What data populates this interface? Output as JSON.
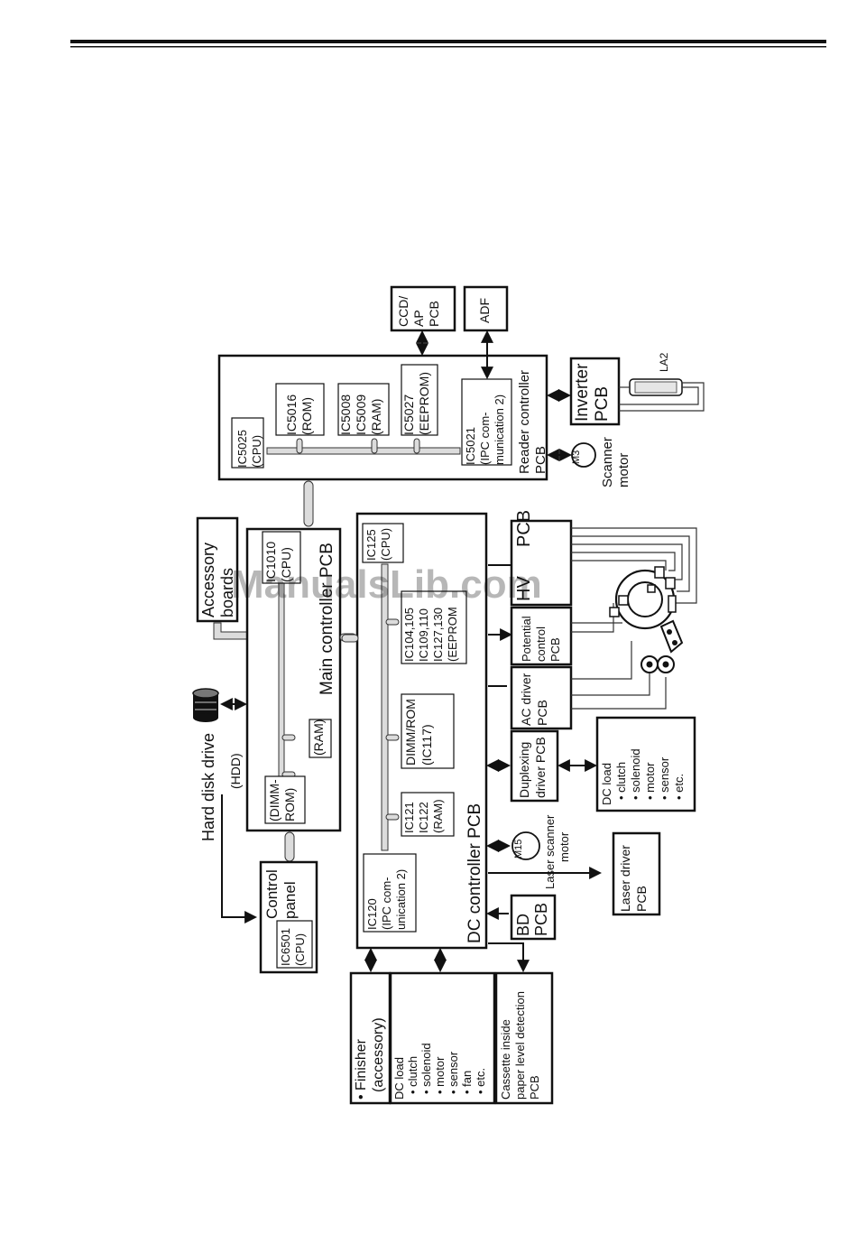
{
  "reader_controller": {
    "title": [
      "Reader controller",
      "PCB"
    ],
    "ic_cpu": [
      "IC5025",
      "(CPU)"
    ],
    "ic_rom": [
      "IC5016",
      "(ROM)"
    ],
    "ic_ram": [
      "IC5008",
      "IC5009",
      "(RAM)"
    ],
    "ic_eeprom": [
      "IC5027",
      "(EEPROM)"
    ],
    "ic_ipc": [
      "IC5021",
      "(IPC com-",
      "munication 2)"
    ]
  },
  "ccd_ap_pcb": [
    "CCD/",
    "AP",
    "PCB"
  ],
  "adf": [
    "ADF"
  ],
  "inverter_pcb": [
    "Inverter",
    "PCB"
  ],
  "lamp_label": "LA2",
  "scanner_motor": {
    "symbol": "M3",
    "label": [
      "Scanner",
      "motor"
    ]
  },
  "accessory_boards": [
    "Accessory",
    "boards"
  ],
  "hard_disk": {
    "label": "Hard disk drive",
    "sub": "(HDD)"
  },
  "main_controller": {
    "title": "Main controller PCB",
    "ic_cpu": [
      "IC1010",
      "(CPU)"
    ],
    "ic_ram": [
      "(RAM)"
    ],
    "ic_dimm": [
      "(DIMM-",
      "ROM)"
    ]
  },
  "control_panel": {
    "title": [
      "Control",
      "panel"
    ],
    "ic": [
      "IC6501",
      "(CPU)"
    ]
  },
  "dc_controller": {
    "title": "DC controller PCB",
    "ic_cpu": [
      "IC125",
      "(CPU)"
    ],
    "ic_eeprom": [
      "IC104,105",
      "IC109,110",
      "IC127,130",
      "(EEPROM"
    ],
    "ic_dimm": [
      "DIMM/ROM",
      "(IC117)"
    ],
    "ic_ram": [
      "IC121",
      "IC122",
      "(RAM)"
    ],
    "ic_ipc": [
      "IC120",
      "(IPC com-",
      "unication 2)"
    ]
  },
  "hv_pcb": [
    "HV",
    "PCB"
  ],
  "potential_control_pcb": [
    "Potential",
    "control",
    "PCB"
  ],
  "ac_driver_pcb": [
    "AC driver",
    "PCB"
  ],
  "duplexing_driver_pcb": [
    "Duplexing",
    "driver PCB"
  ],
  "dc_load_right": [
    "DC load",
    "• clutch",
    "• solenoid",
    "• motor",
    "• sensor",
    "• etc."
  ],
  "laser_scanner_motor": {
    "symbol": "M15",
    "label": [
      "Laser scanner",
      "motor"
    ]
  },
  "laser_driver_pcb": [
    "Laser driver",
    "PCB"
  ],
  "bd_pcb": [
    "BD",
    "PCB"
  ],
  "finisher": [
    "• Finisher",
    "(accessory)"
  ],
  "dc_load_bottom": [
    "DC load",
    "• clutch",
    "• solenoid",
    "• motor",
    "• sensor",
    "• fan",
    "• etc."
  ],
  "cassette_pcb": [
    "Cassette inside",
    "paper level detection",
    "PCB"
  ],
  "watermark": "ManualsLib.com"
}
